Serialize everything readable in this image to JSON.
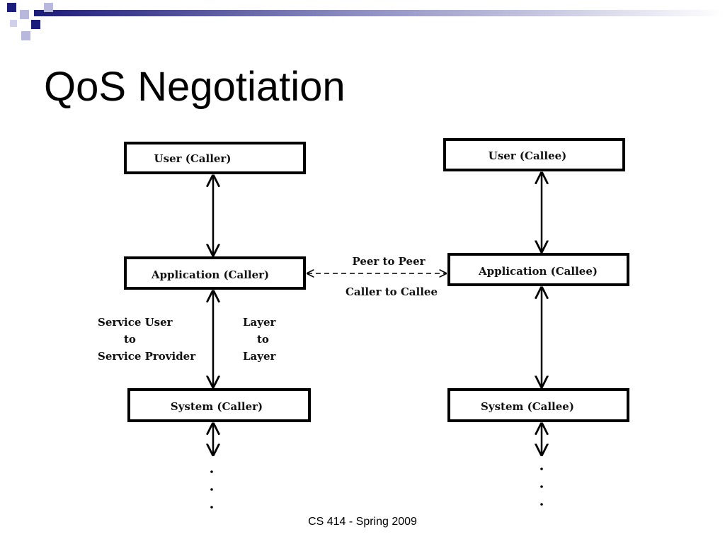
{
  "slide": {
    "title": "QoS Negotiation",
    "footer": "CS 414 - Spring 2009",
    "colors": {
      "deco_dark": "#1c1c7a",
      "deco_light": "#b8b8dc",
      "box_border": "#000000"
    }
  },
  "diagram": {
    "caller": {
      "user": "User (Caller)",
      "application": "Application (Caller)",
      "system": "System (Caller)"
    },
    "callee": {
      "user": "User (Callee)",
      "application": "Application (Callee)",
      "system": "System (Callee)"
    },
    "peer_label_top": "Peer to Peer",
    "peer_label_bottom": "Caller to Callee",
    "left_annotation": [
      "Service User",
      "to",
      "Service Provider"
    ],
    "right_annotation": [
      "Layer",
      "to",
      "Layer"
    ]
  }
}
